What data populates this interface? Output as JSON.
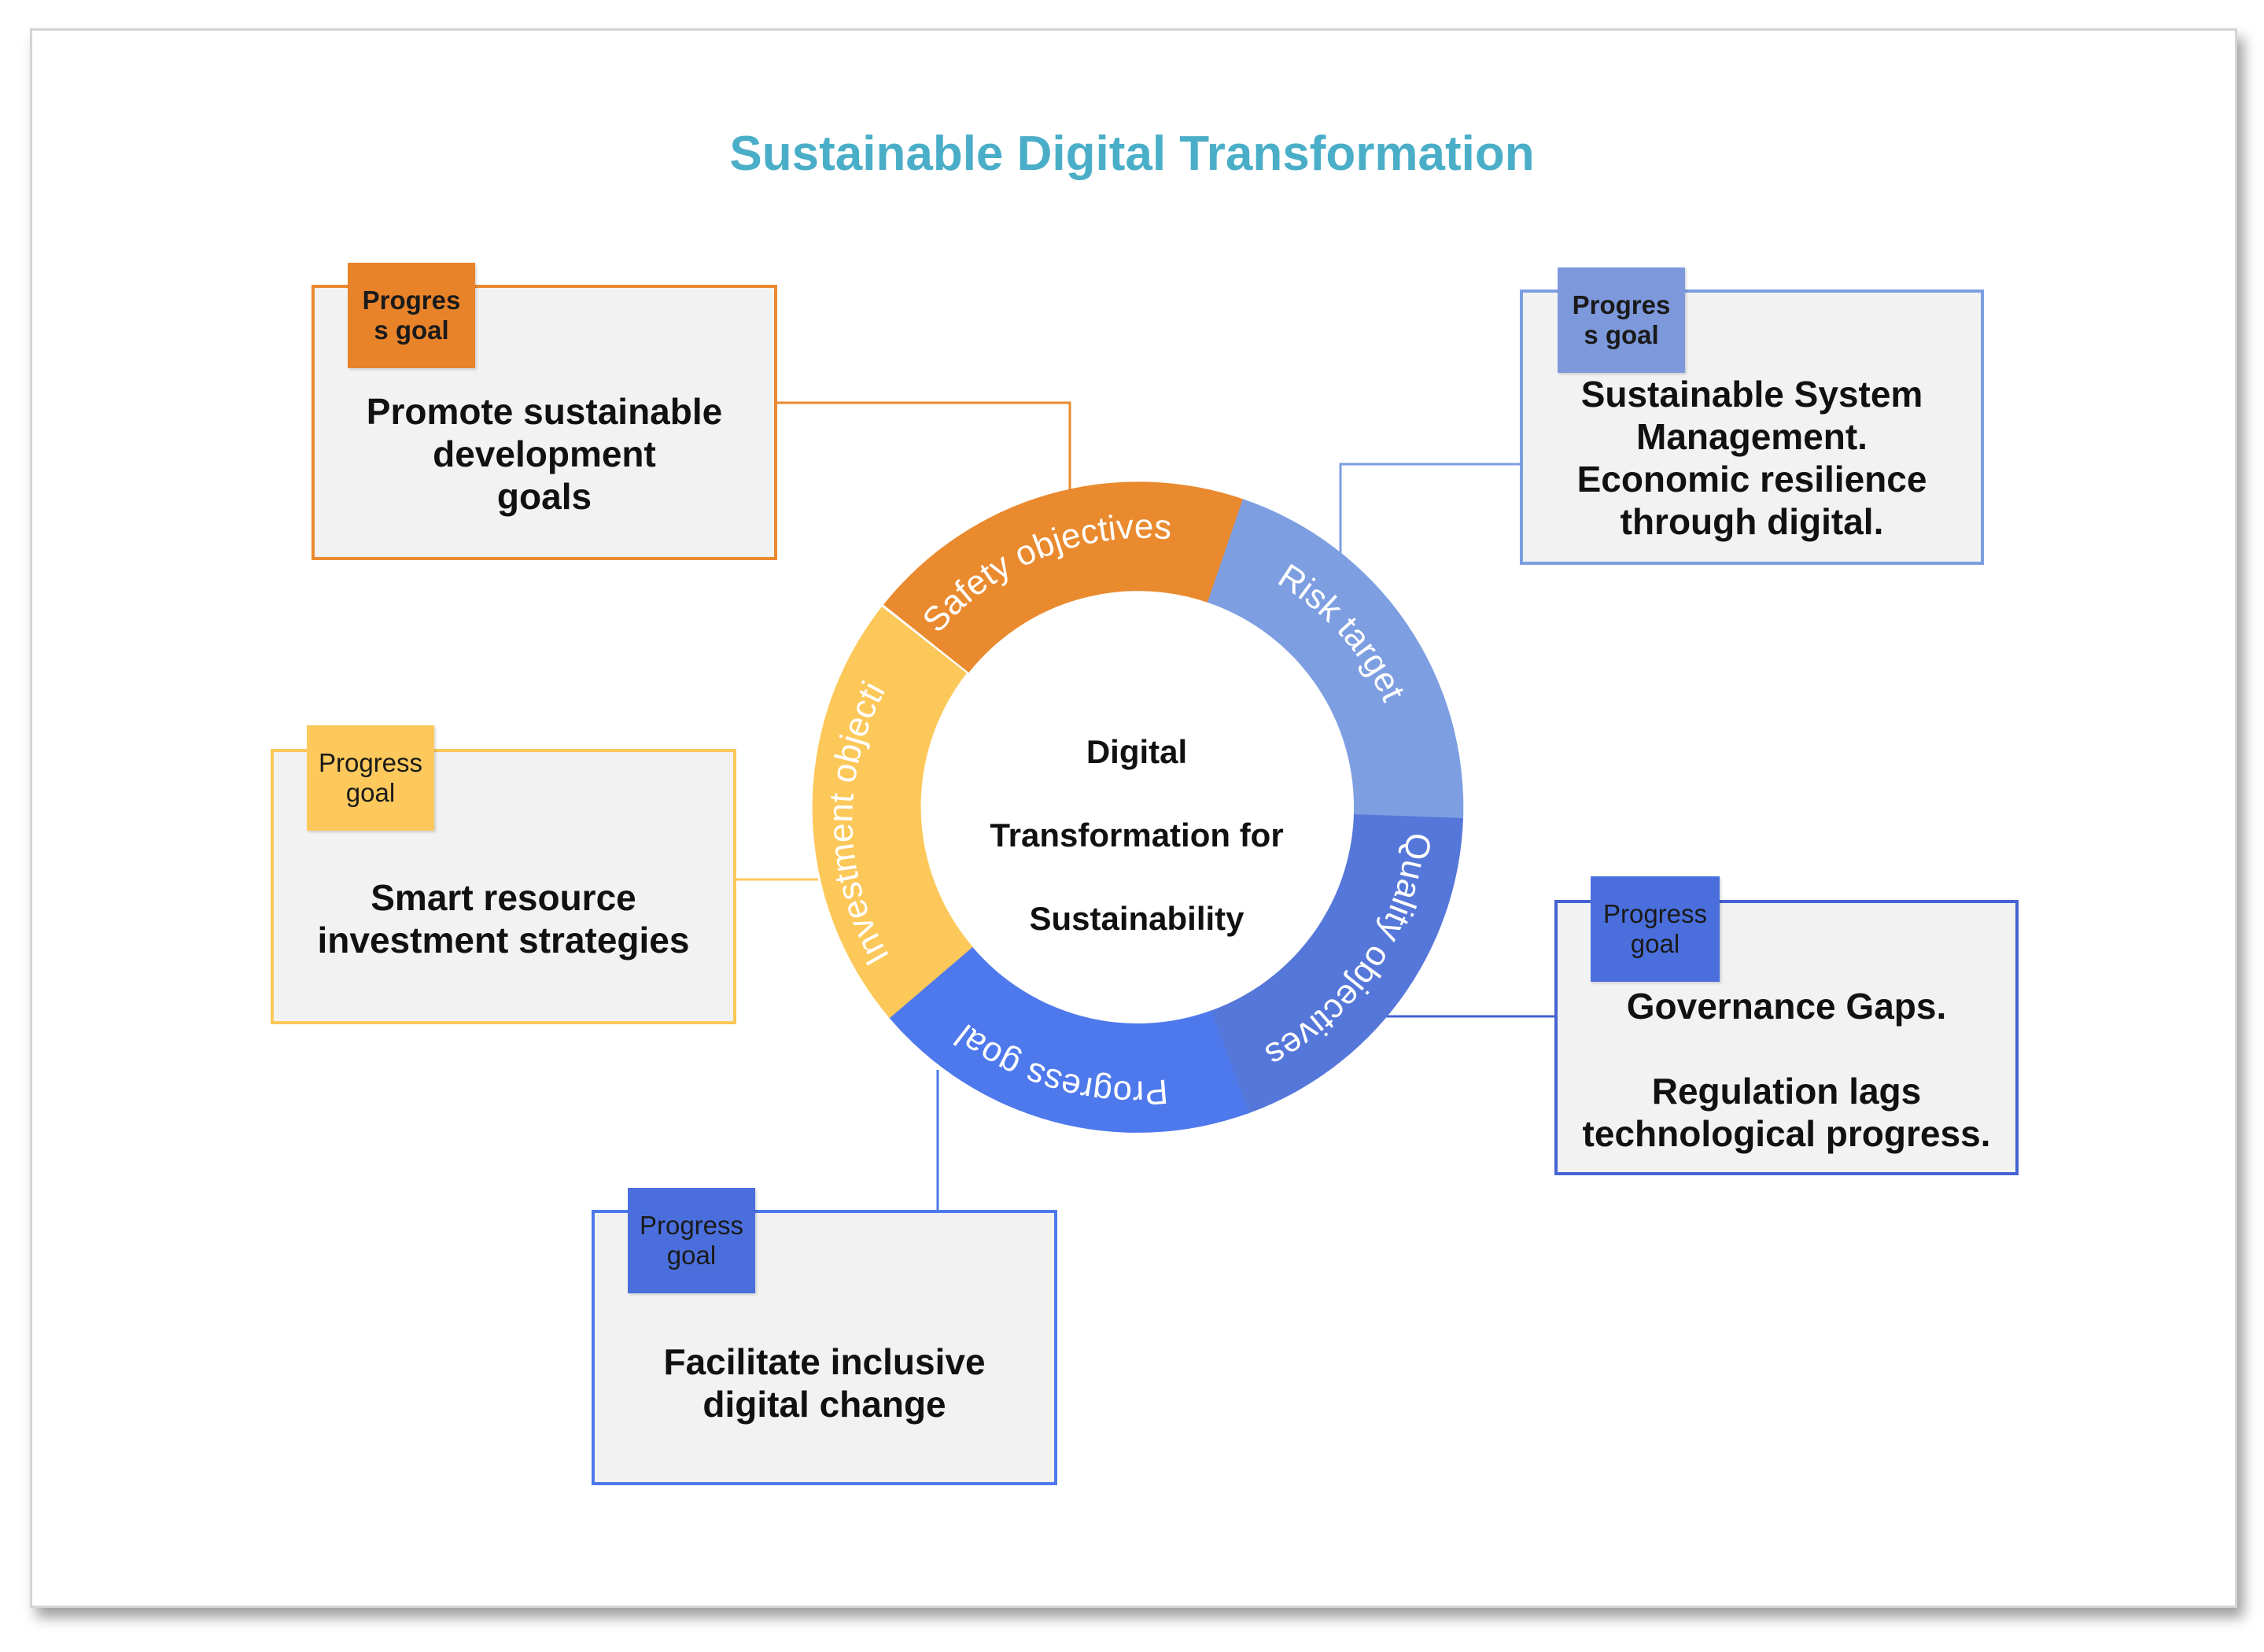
{
  "title": "Sustainable Digital Transformation",
  "colors": {
    "title": "#4aaec8",
    "orange": "#ea8a2f",
    "orange_tag": "#e8832a",
    "yellow": "#fcc85a",
    "yellow_tag": "#fdc95c",
    "light_blue": "#7d9ee1",
    "light_blue_tag": "#7d99dc",
    "mid_blue": "#5577d9",
    "royal_blue": "#4e79ec",
    "dark_blue": "#4563d2",
    "blue_tag": "#4a6fdd",
    "box_fill": "#f2f2f2"
  },
  "center": {
    "line1": "Digital",
    "line2": "Transformation for",
    "line3": "Sustainability"
  },
  "ring_segments": [
    {
      "label": "Safety objectives",
      "color": "orange"
    },
    {
      "label": "Risk target",
      "color": "light_blue"
    },
    {
      "label": "Quality objectives",
      "color": "mid_blue"
    },
    {
      "label": "Progress goal",
      "color": "royal_blue"
    },
    {
      "label": "Investment objecti",
      "color": "yellow"
    }
  ],
  "boxes": {
    "top_left": {
      "tag": "Progres\ns goal",
      "text": "Promote sustainable\ndevelopment\ngoals"
    },
    "top_right": {
      "tag": "Progres\ns goal",
      "text": "Sustainable System\nManagement.\nEconomic resilience\nthrough digital."
    },
    "left": {
      "tag": "Progress\ngoal",
      "text": "Smart resource\ninvestment strategies"
    },
    "right": {
      "tag": "Progress\ngoal",
      "text": "Governance Gaps.\n\nRegulation lags\ntechnological progress."
    },
    "bottom": {
      "tag": "Progress\ngoal",
      "text": "Facilitate inclusive\ndigital change"
    }
  }
}
